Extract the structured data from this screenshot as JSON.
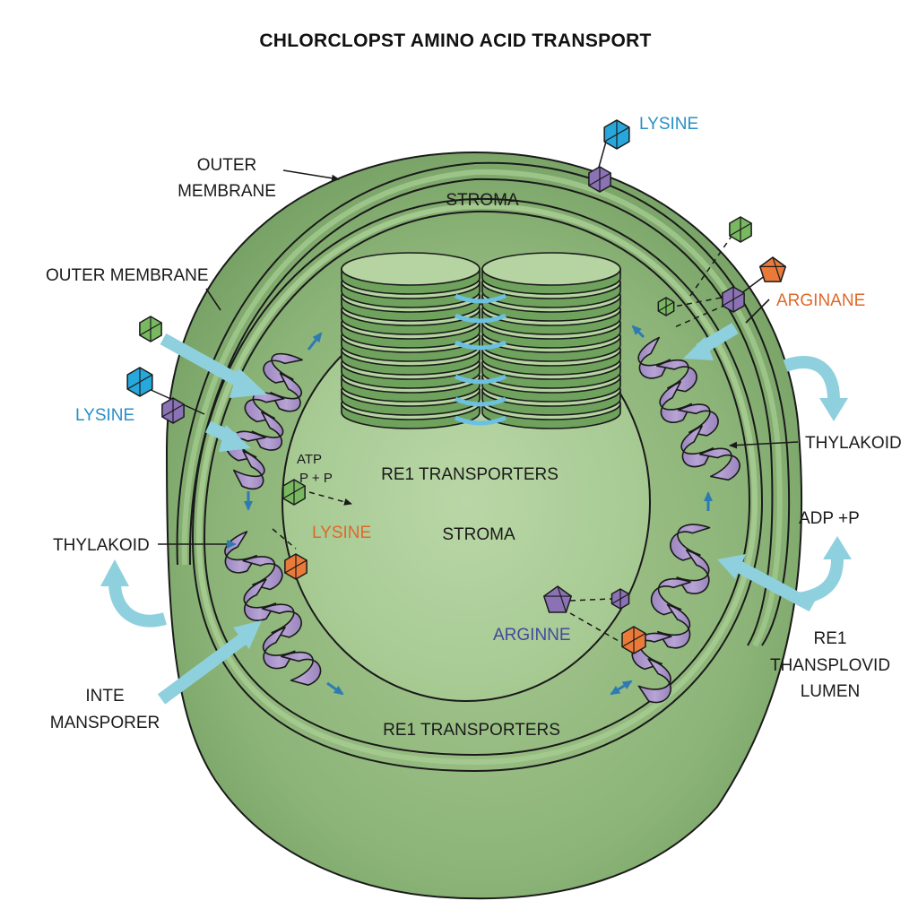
{
  "title": "CHLORCLOPST AMINO ACID TRANSPORT",
  "labels": {
    "outer_membrane_top": [
      "OUTER",
      "MEMBRANE"
    ],
    "outer_membrane_left": "OUTER MEMBRANE",
    "lysine_top_right": "LYSINE",
    "lysine_left": "LYSINE",
    "lysine_center": "LYSINE",
    "arginane": "ARGINANE",
    "arginne": "ARGINNE",
    "stroma_top": "STROMA",
    "stroma_center": "STROMA",
    "re1_transporters_center": "RE1 TRANSPORTERS",
    "re1_transporters_bottom": "RE1 TRANSPORTERS",
    "atp": "ATP",
    "p_plus_p": "P + P",
    "thylakoid_left": "THYLAKOID",
    "thylakoid_right": "THYLAKOID",
    "adp_p": "ADP +P",
    "inte_mansporer": [
      "INTE",
      "MANSPORER"
    ],
    "re1_thansplovid_lumen": [
      "RE1",
      "THANSPLOVID",
      "LUMEN"
    ]
  },
  "colors": {
    "outer_green": "#7faa6a",
    "membrane_band": "#9cc488",
    "stroma_green": "#b3d3a0",
    "helix_purple": "#a48cc4",
    "flow_arrow": "#8fd0de",
    "small_arrow": "#2e7bb4",
    "lysine_blue": "#2a8fc8",
    "arginine_orange": "#e0682a",
    "arginne_indigo": "#45489a",
    "molecule_green": "#78b860",
    "molecule_purple": "#8a72b4",
    "molecule_cyan": "#27a8dc",
    "molecule_orange": "#ea7a3a"
  }
}
